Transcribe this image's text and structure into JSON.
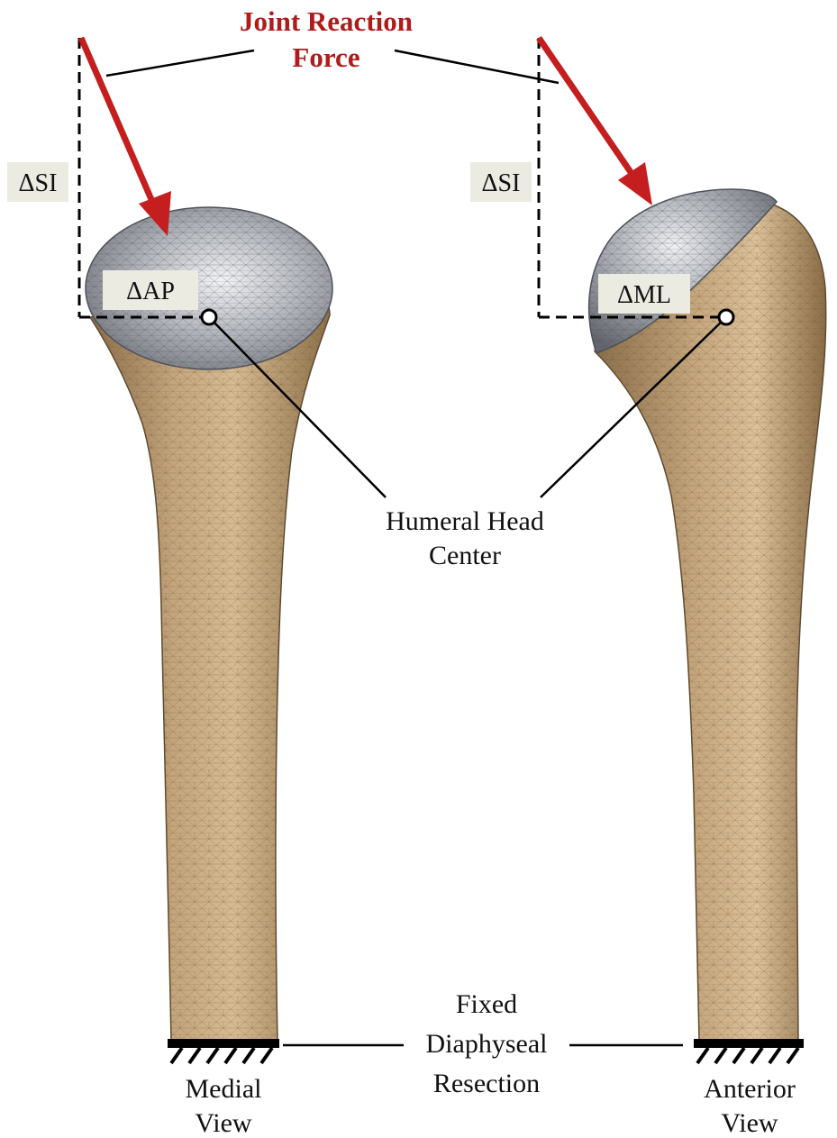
{
  "title": {
    "line1": "Joint Reaction",
    "line2": "Force",
    "color": "#b01c1c"
  },
  "labels": {
    "si_left": "ΔSI",
    "si_right": "ΔSI",
    "ap": "ΔAP",
    "ml": "ΔML",
    "head_center_line1": "Humeral Head",
    "head_center_line2": "Center",
    "fixed_line1": "Fixed",
    "fixed_line2": "Diaphyseal",
    "fixed_line3": "Resection",
    "medial_line1": "Medial",
    "medial_line2": "View",
    "anterior_line1": "Anterior",
    "anterior_line2": "View"
  },
  "colors": {
    "bone": "#b89a72",
    "bone_dark": "#8f7350",
    "implant": "#a9acb2",
    "implant_light": "#e6e8ec",
    "arrow": "#c41e1e",
    "label_box": "#ecebe2"
  }
}
